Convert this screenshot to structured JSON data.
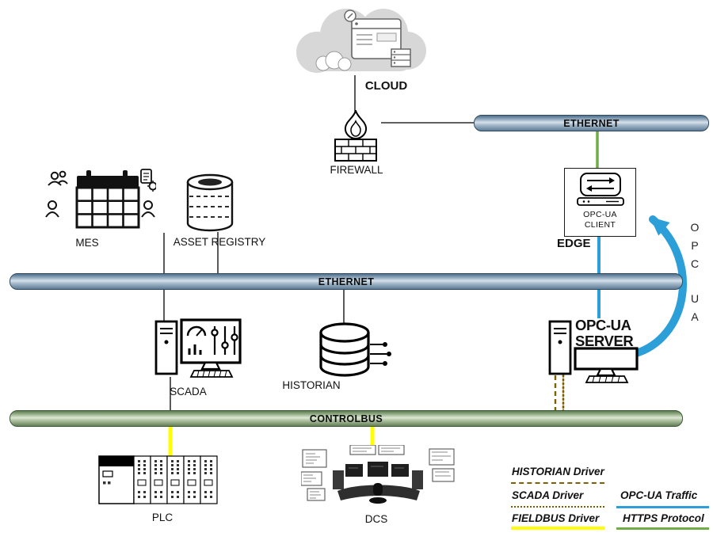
{
  "nodes": {
    "cloud": {
      "label": "CLOUD"
    },
    "firewall": {
      "label": "FIREWALL"
    },
    "mes": {
      "label": "MES"
    },
    "asset_registry": {
      "label": "ASSET REGISTRY"
    },
    "edge": {
      "label": "EDGE",
      "device_line1": "OPC-UA",
      "device_line2": "CLIENT"
    },
    "scada": {
      "label": "SCADA"
    },
    "historian": {
      "label": "HISTORIAN"
    },
    "opcua_server": {
      "line1": "OPC-UA",
      "line2": "SERVER"
    },
    "plc": {
      "label": "PLC"
    },
    "dcs": {
      "label": "DCS"
    }
  },
  "buses": {
    "ethernet_top": {
      "label": "ETHERNET"
    },
    "ethernet_mid": {
      "label": "ETHERNET"
    },
    "controlbus": {
      "label": "CONTROLBUS"
    }
  },
  "annotations": {
    "opc_letters": [
      "O",
      "P",
      "C",
      "U",
      "A"
    ]
  },
  "legend": {
    "items": [
      {
        "label": "HISTORIAN Driver",
        "line_style": "dashed",
        "color": "#7f6000"
      },
      {
        "label": "SCADA Driver",
        "line_style": "dotted",
        "color": "#7f6000"
      },
      {
        "label": "FIELDBUS Driver",
        "line_style": "solid",
        "color": "#ffff00"
      },
      {
        "label": "OPC-UA Traffic",
        "line_style": "solid",
        "color": "#2d9fd8"
      },
      {
        "label": "HTTPS Protocol",
        "line_style": "solid",
        "color": "#70ad47"
      }
    ]
  },
  "colors": {
    "opcua": "#2d9fd8",
    "https": "#70ad47",
    "fieldbus": "#ffff00",
    "driver": "#7f6000"
  }
}
